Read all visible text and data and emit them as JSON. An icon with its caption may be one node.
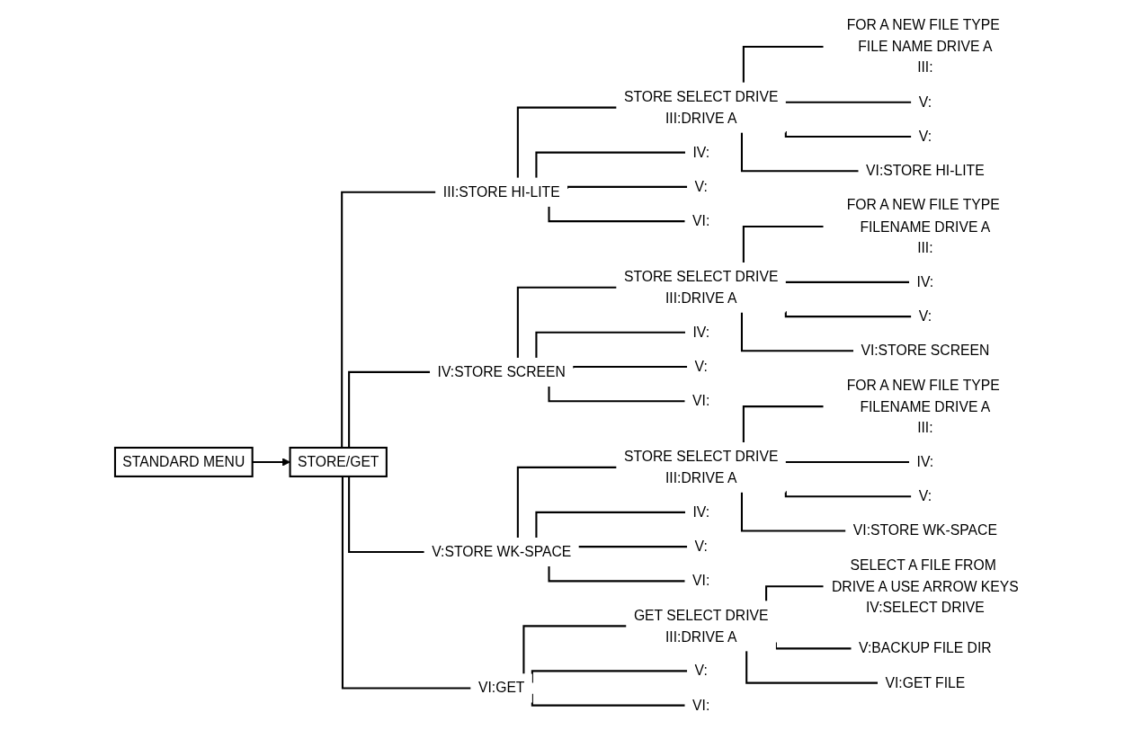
{
  "diagram": {
    "nodes": [
      {
        "text": [
          "STANDARD MENU"
        ]
      },
      {
        "text": [
          "STORE/GET"
        ]
      },
      {
        "text": [
          "III:STORE HI-LITE"
        ]
      },
      {
        "text": [
          "STORE SELECT DRIVE",
          "III:DRIVE A"
        ]
      },
      {
        "text": [
          "IV:"
        ]
      },
      {
        "text": [
          "V:"
        ]
      },
      {
        "text": [
          "VI:"
        ]
      },
      {
        "text": [
          "FOR A NEW FILE TYPE FILE NAME DRIVE A",
          "III:"
        ]
      },
      {
        "text": [
          "V:"
        ]
      },
      {
        "text": [
          "V:"
        ]
      },
      {
        "text": [
          "VI:STORE HI-LITE"
        ]
      },
      {
        "text": [
          "IV:STORE SCREEN"
        ]
      },
      {
        "text": [
          "STORE SELECT DRIVE",
          "III:DRIVE A"
        ]
      },
      {
        "text": [
          "IV:"
        ]
      },
      {
        "text": [
          "V:"
        ]
      },
      {
        "text": [
          "VI:"
        ]
      },
      {
        "text": [
          "FOR A NEW FILE TYPE FILENAME DRIVE A",
          "III:"
        ]
      },
      {
        "text": [
          "IV:"
        ]
      },
      {
        "text": [
          "V:"
        ]
      },
      {
        "text": [
          "VI:STORE SCREEN"
        ]
      },
      {
        "text": [
          "V:STORE WK-SPACE"
        ]
      },
      {
        "text": [
          "STORE SELECT DRIVE",
          "III:DRIVE A"
        ]
      },
      {
        "text": [
          "IV:"
        ]
      },
      {
        "text": [
          "V:"
        ]
      },
      {
        "text": [
          "VI:"
        ]
      },
      {
        "text": [
          "FOR A NEW FILE TYPE FILENAME DRIVE A",
          "III:"
        ]
      },
      {
        "text": [
          "IV:"
        ]
      },
      {
        "text": [
          "V:"
        ]
      },
      {
        "text": [
          "VI:STORE WK-SPACE"
        ]
      },
      {
        "text": [
          "VI:GET"
        ]
      },
      {
        "text": [
          "GET SELECT DRIVE",
          "III:DRIVE A"
        ]
      },
      {
        "text": [
          "V:"
        ]
      },
      {
        "text": [
          "VI:"
        ]
      },
      {
        "text": [
          "SELECT A FILE FROM DRIVE A USE ARROW KEYS",
          "IV:SELECT DRIVE"
        ]
      },
      {
        "text": [
          "V:BACKUP FILE DIR"
        ]
      },
      {
        "text": [
          "VI:GET FILE"
        ]
      }
    ],
    "edges": [
      {
        "from": 0,
        "to": 1,
        "arrow": "to"
      },
      {
        "from": 1,
        "to": 2,
        "arrow": "none"
      },
      {
        "from": 1,
        "to": 11,
        "arrow": "none"
      },
      {
        "from": 1,
        "to": 20,
        "arrow": "none"
      },
      {
        "from": 1,
        "to": 29,
        "arrow": "none"
      },
      {
        "from": 2,
        "to": 3,
        "arrow": "none"
      },
      {
        "from": 2,
        "to": 4,
        "arrow": "none"
      },
      {
        "from": 2,
        "to": 5,
        "arrow": "none"
      },
      {
        "from": 2,
        "to": 6,
        "arrow": "none"
      },
      {
        "from": 3,
        "to": 7,
        "arrow": "none"
      },
      {
        "from": 3,
        "to": 8,
        "arrow": "none"
      },
      {
        "from": 3,
        "to": 9,
        "arrow": "none"
      },
      {
        "from": 3,
        "to": 10,
        "arrow": "none"
      },
      {
        "from": 11,
        "to": 12,
        "arrow": "none"
      },
      {
        "from": 11,
        "to": 13,
        "arrow": "none"
      },
      {
        "from": 11,
        "to": 14,
        "arrow": "none"
      },
      {
        "from": 11,
        "to": 15,
        "arrow": "none"
      },
      {
        "from": 12,
        "to": 16,
        "arrow": "none"
      },
      {
        "from": 12,
        "to": 17,
        "arrow": "none"
      },
      {
        "from": 12,
        "to": 18,
        "arrow": "none"
      },
      {
        "from": 12,
        "to": 19,
        "arrow": "none"
      },
      {
        "from": 20,
        "to": 21,
        "arrow": "none"
      },
      {
        "from": 20,
        "to": 22,
        "arrow": "none"
      },
      {
        "from": 20,
        "to": 23,
        "arrow": "none"
      },
      {
        "from": 20,
        "to": 24,
        "arrow": "none"
      },
      {
        "from": 21,
        "to": 25,
        "arrow": "none"
      },
      {
        "from": 21,
        "to": 26,
        "arrow": "none"
      },
      {
        "from": 21,
        "to": 27,
        "arrow": "none"
      },
      {
        "from": 21,
        "to": 28,
        "arrow": "none"
      },
      {
        "from": 29,
        "to": 30,
        "arrow": "none"
      },
      {
        "from": 29,
        "to": 31,
        "arrow": "none"
      },
      {
        "from": 29,
        "to": 32,
        "arrow": "none"
      },
      {
        "from": 30,
        "to": 33,
        "arrow": "none"
      },
      {
        "from": 30,
        "to": 34,
        "arrow": "none"
      },
      {
        "from": 30,
        "to": 35,
        "arrow": "none"
      }
    ]
  }
}
